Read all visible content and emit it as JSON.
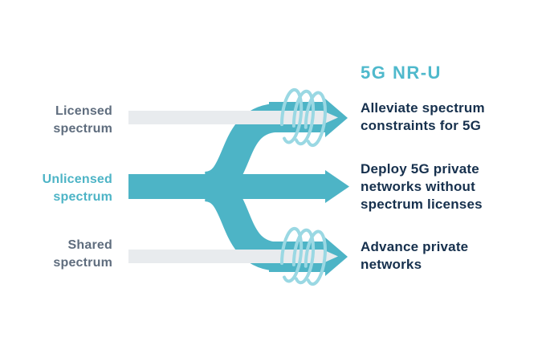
{
  "heading": {
    "title": "5G NR-U"
  },
  "rows": [
    {
      "id": "licensed",
      "label": [
        "Licensed",
        "spectrum"
      ],
      "result": [
        "Alleviate spectrum",
        "constraints for 5G"
      ],
      "has_coil": true
    },
    {
      "id": "unlicensed",
      "label": [
        "Unlicensed",
        "spectrum"
      ],
      "result": [
        "Deploy 5G private",
        "networks without",
        "spectrum licenses"
      ],
      "has_coil": false
    },
    {
      "id": "shared",
      "label": [
        "Shared",
        "spectrum"
      ],
      "result": [
        "Advance private",
        "networks"
      ],
      "has_coil": true
    }
  ],
  "colors": {
    "teal": "#4DB4C6",
    "coil": "#9AD8E3",
    "bar": "#E8EBEE",
    "heading_teal": "#4FB9CC",
    "navy": "#16304D",
    "gray_label": "#5F6D7E",
    "background": "#FFFFFF"
  }
}
